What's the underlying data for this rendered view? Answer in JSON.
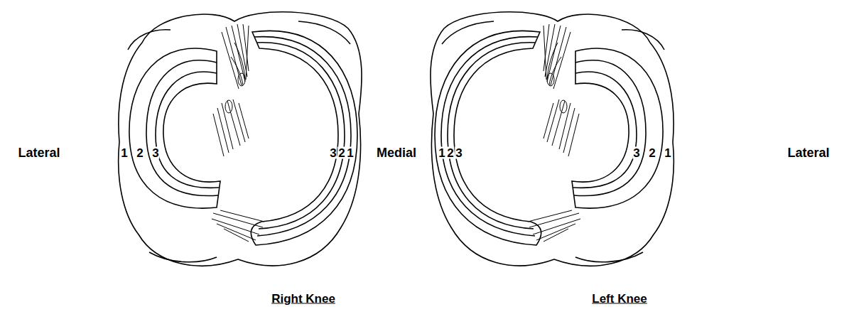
{
  "diagram": {
    "labels": [
      "Lateral",
      "1",
      "2",
      "3",
      "3",
      "2",
      "1",
      "Medial",
      "1",
      "2",
      "3",
      "3",
      "2",
      "1",
      "Lateral",
      "Right Knee",
      "Left Knee"
    ]
  }
}
